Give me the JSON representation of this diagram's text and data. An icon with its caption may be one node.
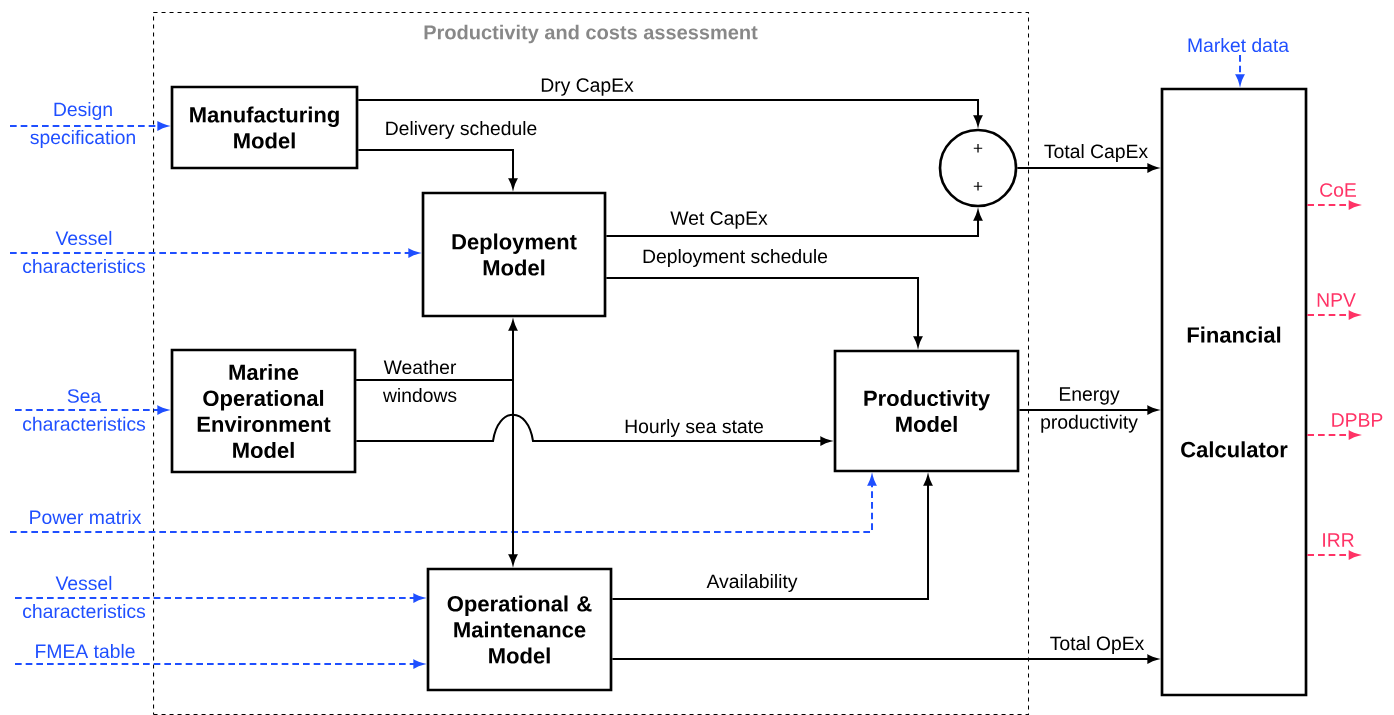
{
  "diagram": {
    "nodes": [
      {
        "text": [
          "Productivity and costs assessment"
        ]
      },
      {
        "text": [
          "Manufacturing Model"
        ],
        "in": 0
      },
      {
        "text": [
          "Deployment Model"
        ],
        "in": 0
      },
      {
        "text": [
          "Marine Operational Environment Model"
        ],
        "in": 0
      },
      {
        "text": [
          "Productivity Model"
        ],
        "in": 0
      },
      {
        "text": [
          "Operational & Maintenance Model"
        ],
        "in": 0
      },
      {
        "text": [
          "+",
          "+"
        ],
        "in": 0
      },
      {
        "text": [
          "Financial Calculator"
        ]
      }
    ],
    "edges": [
      {
        "from": null,
        "to": 1,
        "arrow": "to",
        "label": "Design specification",
        "style": "dashed",
        "color": "#1f4fff"
      },
      {
        "from": null,
        "to": 2,
        "arrow": "to",
        "label": "Vessel characteristics",
        "style": "dashed",
        "color": "#1f4fff"
      },
      {
        "from": null,
        "to": 3,
        "arrow": "to",
        "label": "Sea characteristics",
        "style": "dashed",
        "color": "#1f4fff"
      },
      {
        "from": null,
        "to": 4,
        "arrow": "to",
        "label": "Power matrix",
        "style": "dashed",
        "color": "#1f4fff"
      },
      {
        "from": null,
        "to": 5,
        "arrow": "to",
        "label": "Vessel characteristics",
        "style": "dashed",
        "color": "#1f4fff"
      },
      {
        "from": null,
        "to": 5,
        "arrow": "to",
        "label": "FMEA table",
        "style": "dashed",
        "color": "#1f4fff"
      },
      {
        "from": null,
        "to": 7,
        "arrow": "to",
        "label": "Market data",
        "style": "dashed",
        "color": "#1f4fff"
      },
      {
        "from": 1,
        "to": 6,
        "arrow": "to",
        "label": "Dry CapEx"
      },
      {
        "from": 1,
        "to": 2,
        "arrow": "to",
        "label": "Delivery schedule"
      },
      {
        "from": 2,
        "to": 6,
        "arrow": "to",
        "label": "Wet CapEx"
      },
      {
        "from": 2,
        "to": 4,
        "arrow": "to",
        "label": "Deployment schedule"
      },
      {
        "from": 3,
        "to": 2,
        "arrow": "to",
        "label": "Weather windows"
      },
      {
        "from": 3,
        "to": 5,
        "arrow": "to"
      },
      {
        "from": 3,
        "to": 4,
        "arrow": "to",
        "label": "Hourly sea state"
      },
      {
        "from": 5,
        "to": 4,
        "arrow": "to",
        "label": "Availability"
      },
      {
        "from": 5,
        "to": 7,
        "arrow": "to",
        "label": "Total OpEx"
      },
      {
        "from": 6,
        "to": 7,
        "arrow": "to",
        "label": "Total CapEx"
      },
      {
        "from": 4,
        "to": 7,
        "arrow": "to",
        "label": "Energy productivity"
      },
      {
        "from": 7,
        "to": null,
        "arrow": "to",
        "label": "CoE",
        "style": "dashed",
        "color": "#ff3366"
      },
      {
        "from": 7,
        "to": null,
        "arrow": "to",
        "label": "NPV",
        "style": "dashed",
        "color": "#ff3366"
      },
      {
        "from": 7,
        "to": null,
        "arrow": "to",
        "label": "DPBP",
        "style": "dashed",
        "color": "#ff3366"
      },
      {
        "from": 7,
        "to": null,
        "arrow": "to",
        "label": "IRR",
        "style": "dashed",
        "color": "#ff3366"
      }
    ]
  }
}
